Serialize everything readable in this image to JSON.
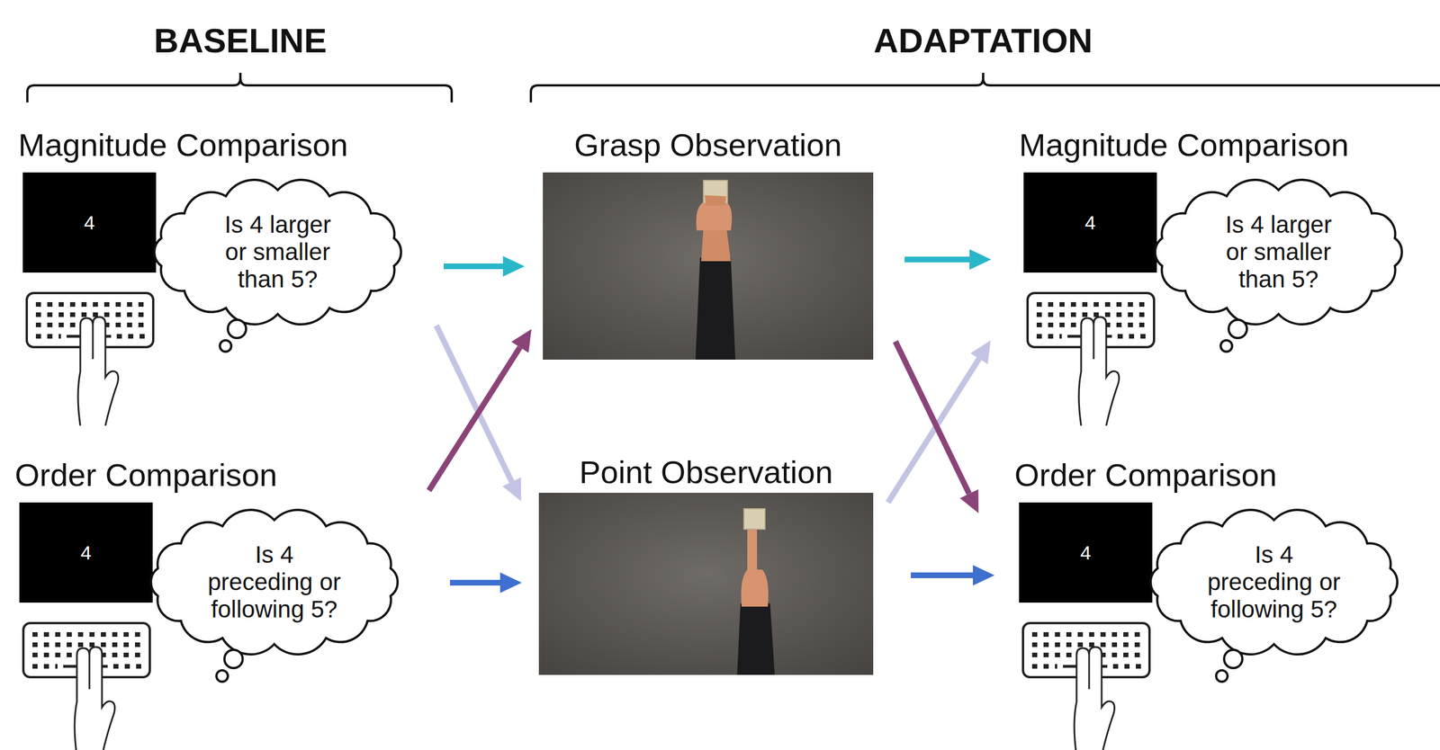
{
  "diagram": {
    "nodes": [
      {
        "text": [
          "Magnitude Comparison"
        ]
      },
      {
        "text": [
          "4"
        ],
        "in": 0
      },
      {
        "text": [
          "Is 4 larger or smaller than 5?"
        ],
        "in": 0
      },
      {
        "text": [
          "Order Comparison"
        ]
      },
      {
        "text": [
          "4"
        ],
        "in": 3
      },
      {
        "text": [
          "Is 4 preceding or following 5?"
        ],
        "in": 3
      },
      {
        "text": [
          "Grasp Observation"
        ]
      },
      {
        "text": [
          "Point Observation"
        ]
      },
      {
        "text": [
          "Magnitude Comparison"
        ]
      },
      {
        "text": [
          "4"
        ],
        "in": 8
      },
      {
        "text": [
          "Is 4 larger or smaller than 5?"
        ],
        "in": 8
      },
      {
        "text": [
          "Order Comparison"
        ]
      },
      {
        "text": [
          "4"
        ],
        "in": 11
      },
      {
        "text": [
          "Is 4 preceding or following 5?"
        ],
        "in": 11
      }
    ],
    "edges": [
      {
        "from": 0,
        "to": 6,
        "arrow": "to"
      },
      {
        "from": 0,
        "to": 7,
        "arrow": "to"
      },
      {
        "from": 3,
        "to": 6,
        "arrow": "to"
      },
      {
        "from": 3,
        "to": 7,
        "arrow": "to"
      },
      {
        "from": 6,
        "to": 8,
        "arrow": "to"
      },
      {
        "from": 7,
        "to": 8,
        "arrow": "to"
      },
      {
        "from": 6,
        "to": 11,
        "arrow": "to"
      },
      {
        "from": 7,
        "to": 11,
        "arrow": "to"
      }
    ],
    "labels": [
      "BASELINE",
      "ADAPTATION"
    ]
  }
}
